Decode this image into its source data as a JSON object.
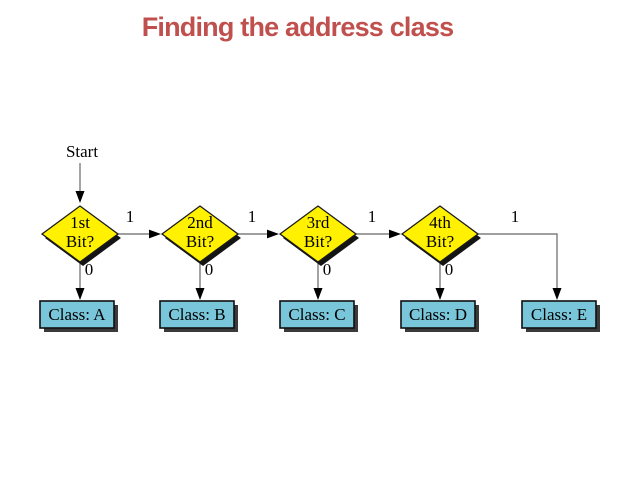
{
  "title": "Finding the address class",
  "theme": {
    "title_color": "#C0504D",
    "diamond_fill": "#FFF100",
    "box_fill": "#79C6DB",
    "diamond_shadow": "#141414",
    "box_shadow": "#3A3A3A",
    "line_color": "#666666",
    "arrow_color": "#000000",
    "text_color": "#000000",
    "background": "#FFFFFF"
  },
  "flowchart": {
    "start_label": "Start",
    "decisions": [
      {
        "line1": "1st",
        "line2": "Bit?",
        "branch_one_label": "1",
        "branch_zero_label": "0"
      },
      {
        "line1": "2nd",
        "line2": "Bit?",
        "branch_one_label": "1",
        "branch_zero_label": "0"
      },
      {
        "line1": "3rd",
        "line2": "Bit?",
        "branch_one_label": "1",
        "branch_zero_label": "0"
      },
      {
        "line1": "4th",
        "line2": "Bit?",
        "branch_one_label": "1",
        "branch_zero_label": "0"
      }
    ],
    "classes": [
      {
        "label": "Class: A"
      },
      {
        "label": "Class: B"
      },
      {
        "label": "Class: C"
      },
      {
        "label": "Class: D"
      },
      {
        "label": "Class: E"
      }
    ]
  }
}
